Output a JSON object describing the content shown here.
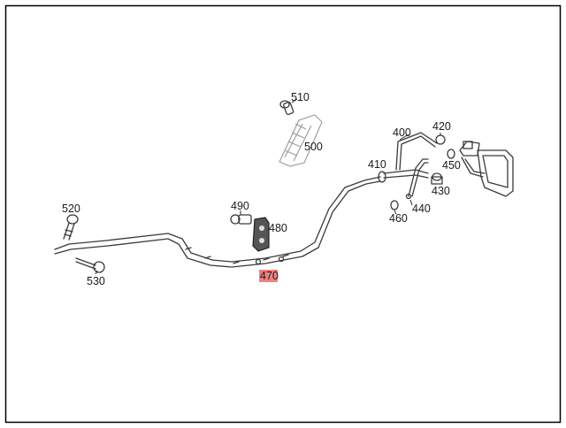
{
  "diagram": {
    "callouts": [
      {
        "id": "510",
        "text": "510"
      },
      {
        "id": "500",
        "text": "500"
      },
      {
        "id": "400",
        "text": "400"
      },
      {
        "id": "420",
        "text": "420"
      },
      {
        "id": "410",
        "text": "410"
      },
      {
        "id": "450",
        "text": "450"
      },
      {
        "id": "430",
        "text": "430"
      },
      {
        "id": "440",
        "text": "440"
      },
      {
        "id": "460",
        "text": "460"
      },
      {
        "id": "490",
        "text": "490"
      },
      {
        "id": "480",
        "text": "480"
      },
      {
        "id": "520",
        "text": "520"
      },
      {
        "id": "530",
        "text": "530"
      },
      {
        "id": "470",
        "text": "470",
        "highlighted": true
      }
    ],
    "colors": {
      "border": "#000000",
      "line": "#3a3a3a",
      "highlight": "#f08080"
    }
  }
}
